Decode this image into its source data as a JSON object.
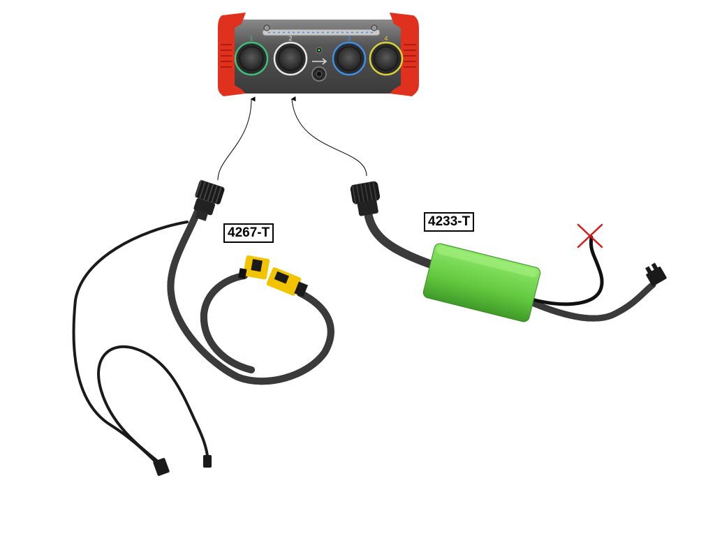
{
  "labels": {
    "harness_a": "4267-T",
    "harness_b": "4233-T"
  },
  "device": {
    "ports": [
      {
        "number": "1",
        "ring_color": "#3fbf7a"
      },
      {
        "number": "2",
        "ring_color": "#e8e8e8"
      },
      {
        "number": "3",
        "ring_color": "#3f8fe0"
      },
      {
        "number": "4",
        "ring_color": "#d8d23a"
      }
    ],
    "body_color": "#4a4a4a",
    "bumper_color": "#e0301e"
  },
  "adapter_color": "#6fd24a",
  "connector_color": "#f2c400",
  "not_connected_mark_color": "#d81818"
}
